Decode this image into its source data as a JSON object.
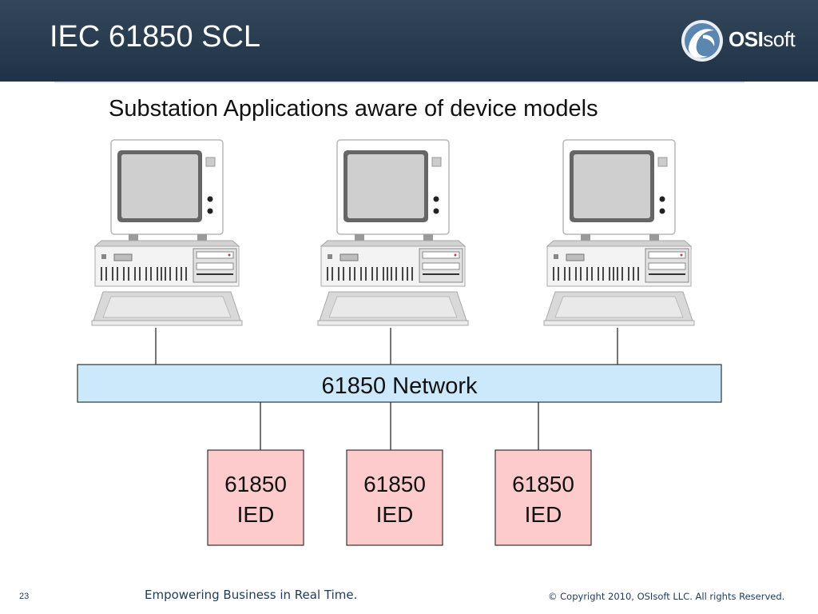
{
  "title": "IEC 61850 SCL",
  "subtitle": "Substation Applications aware of device models",
  "logo": {
    "strong": "OSI",
    "light": "soft",
    "icon": "osisoft-swirl-icon"
  },
  "network": {
    "label": "61850 Network"
  },
  "ieds": [
    {
      "line1": "61850",
      "line2": "IED"
    },
    {
      "line1": "61850",
      "line2": "IED"
    },
    {
      "line1": "61850",
      "line2": "IED"
    }
  ],
  "workstations": [
    {
      "icon": "computer-icon"
    },
    {
      "icon": "computer-icon"
    },
    {
      "icon": "computer-icon"
    }
  ],
  "colors": {
    "header": "#2a3d51",
    "network_fill": "#cce9fb",
    "ied_fill": "#fdcbcb"
  },
  "footer": {
    "page_number": "23",
    "tagline": "Empowering Business in Real Time.",
    "copyright": "© Copyright 2010, OSIsoft LLC.  All rights Reserved."
  }
}
